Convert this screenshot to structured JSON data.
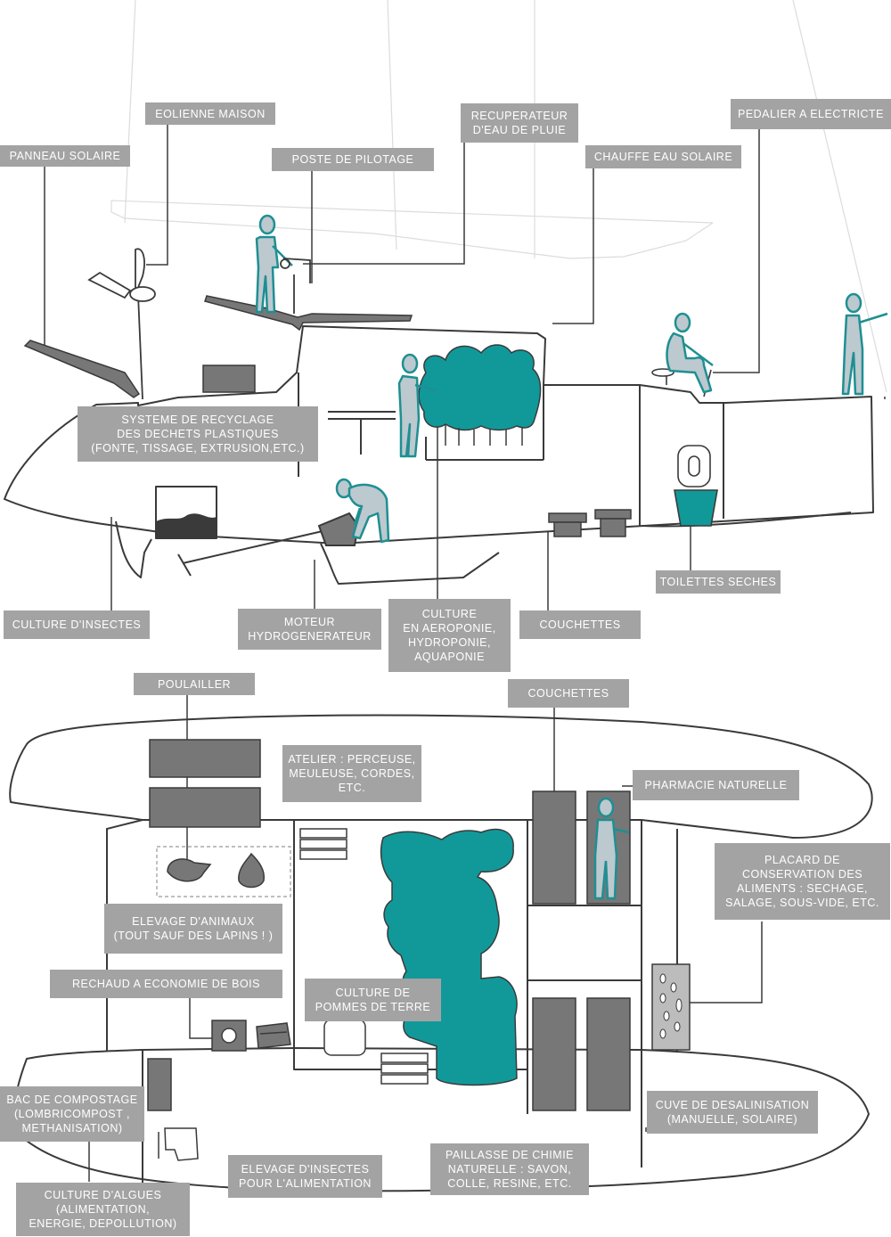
{
  "labels": {
    "panneau_solaire": [
      "PANNEAU SOLAIRE"
    ],
    "eolienne_maison": [
      "EOLIENNE MAISON"
    ],
    "poste_pilotage": [
      "POSTE DE PILOTAGE"
    ],
    "recuperateur": [
      "RECUPERATEUR",
      "D'EAU DE PLUIE"
    ],
    "chauffe_eau": [
      "CHAUFFE EAU SOLAIRE"
    ],
    "pedalier": [
      "PEDALIER A ELECTRICTE"
    ],
    "recyclage": [
      "SYSTEME DE RECYCLAGE",
      "DES DECHETS PLASTIQUES",
      "(FONTE, TISSAGE, EXTRUSION,ETC.)"
    ],
    "toilettes": [
      "TOILETTES SECHES"
    ],
    "culture_insectes": [
      "CULTURE D'INSECTES"
    ],
    "moteur": [
      "MOTEUR",
      "HYDROGENERATEUR"
    ],
    "culture_aero": [
      "CULTURE",
      "EN AEROPONIE,",
      "HYDROPONIE,",
      "AQUAPONIE"
    ],
    "couchettes_top": [
      "COUCHETTES"
    ],
    "poulailler": [
      "POULAILLER"
    ],
    "couchettes_plan": [
      "COUCHETTES"
    ],
    "atelier": [
      "ATELIER : PERCEUSE,",
      "MEULEUSE, CORDES,",
      "ETC."
    ],
    "pharmacie": [
      "PHARMACIE NATURELLE"
    ],
    "placard": [
      "PLACARD DE",
      "CONSERVATION DES",
      "ALIMENTS : SECHAGE,",
      "SALAGE, SOUS-VIDE, ETC."
    ],
    "elevage_animaux": [
      "ELEVAGE D'ANIMAUX",
      "(TOUT SAUF DES LAPINS ! )"
    ],
    "rechaud": [
      "RECHAUD A ECONOMIE DE BOIS"
    ],
    "pommes_terre": [
      "CULTURE DE",
      "POMMES DE TERRE"
    ],
    "compostage": [
      "BAC DE COMPOSTAGE",
      "(LOMBRICOMPOST ,",
      "METHANISATION)"
    ],
    "desalinisation": [
      "CUVE DE DESALINISATION",
      "(MANUELLE, SOLAIRE)"
    ],
    "chimie": [
      "PAILLASSE DE CHIMIE",
      "NATURELLE : SAVON,",
      "COLLE, RESINE, ETC."
    ],
    "elevage_insectes": [
      "ELEVAGE D'INSECTES",
      "POUR L'ALIMENTATION"
    ],
    "algues": [
      "CULTURE D'ALGUES",
      "(ALIMENTATION,",
      "ENERGIE, DEPOLLUTION)"
    ]
  },
  "colors": {
    "label_bg": "#a3a3a3",
    "label_text": "#ffffff",
    "outline": "#3a3a3a",
    "accent": "#11999a",
    "figure": "#bcc9cf",
    "dark_block": "#777777",
    "light_block": "#999999"
  }
}
